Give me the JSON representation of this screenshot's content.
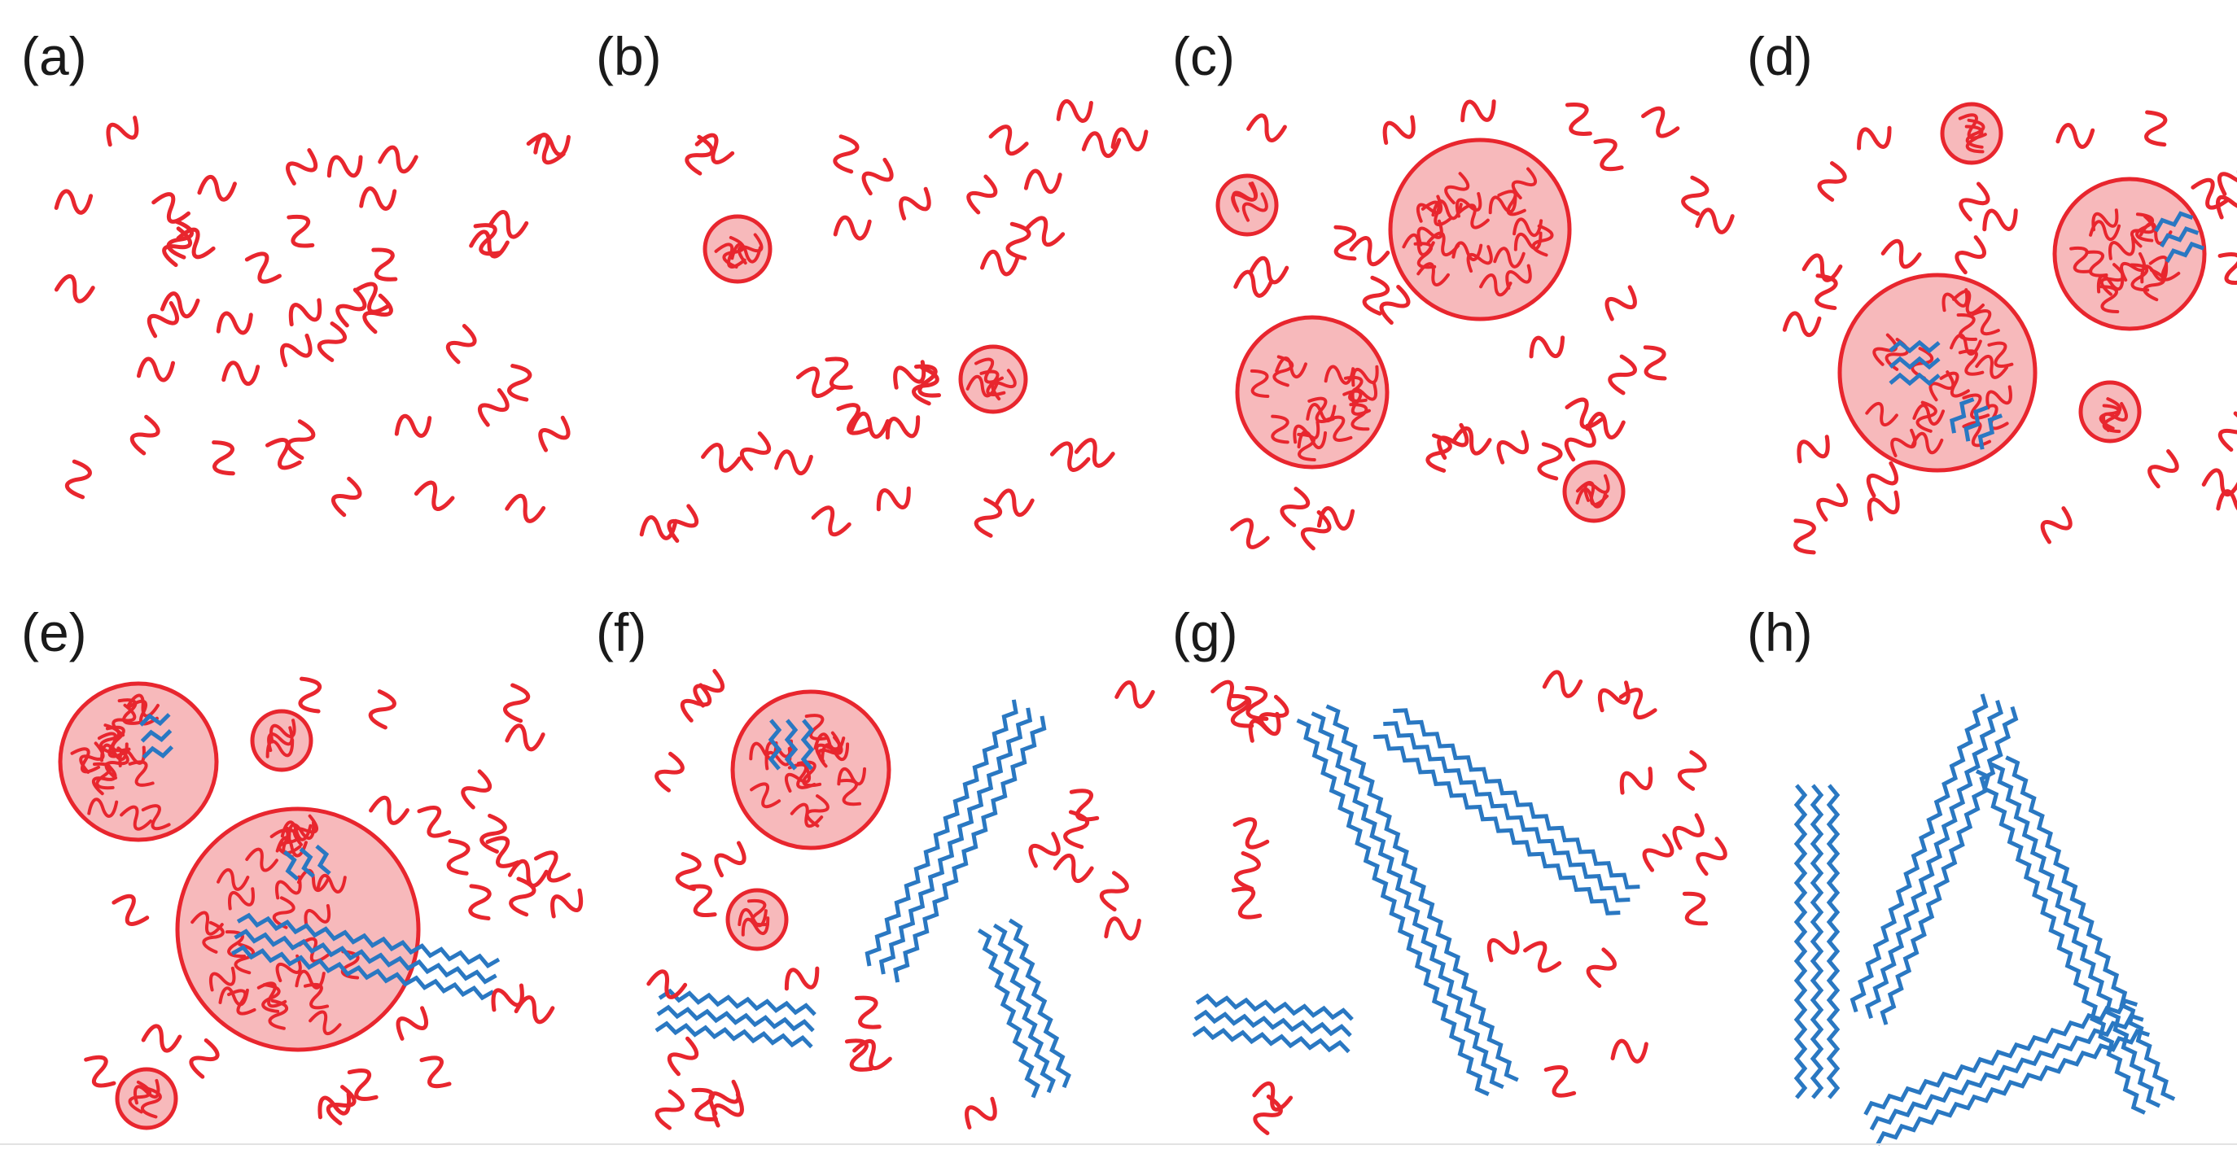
{
  "figure": {
    "colors": {
      "monomer": "#e8262e",
      "droplet_fill": "#f7b9bb",
      "droplet_stroke": "#e8262e",
      "fibril": "#2a78c2",
      "label": "#1a1a1a"
    },
    "panels": [
      {
        "id": "a",
        "label": "(a)"
      },
      {
        "id": "b",
        "label": "(b)"
      },
      {
        "id": "c",
        "label": "(c)"
      },
      {
        "id": "d",
        "label": "(d)"
      },
      {
        "id": "e",
        "label": "(e)"
      },
      {
        "id": "f",
        "label": "(f)"
      },
      {
        "id": "g",
        "label": "(g)"
      },
      {
        "id": "h",
        "label": "(h)"
      }
    ]
  }
}
